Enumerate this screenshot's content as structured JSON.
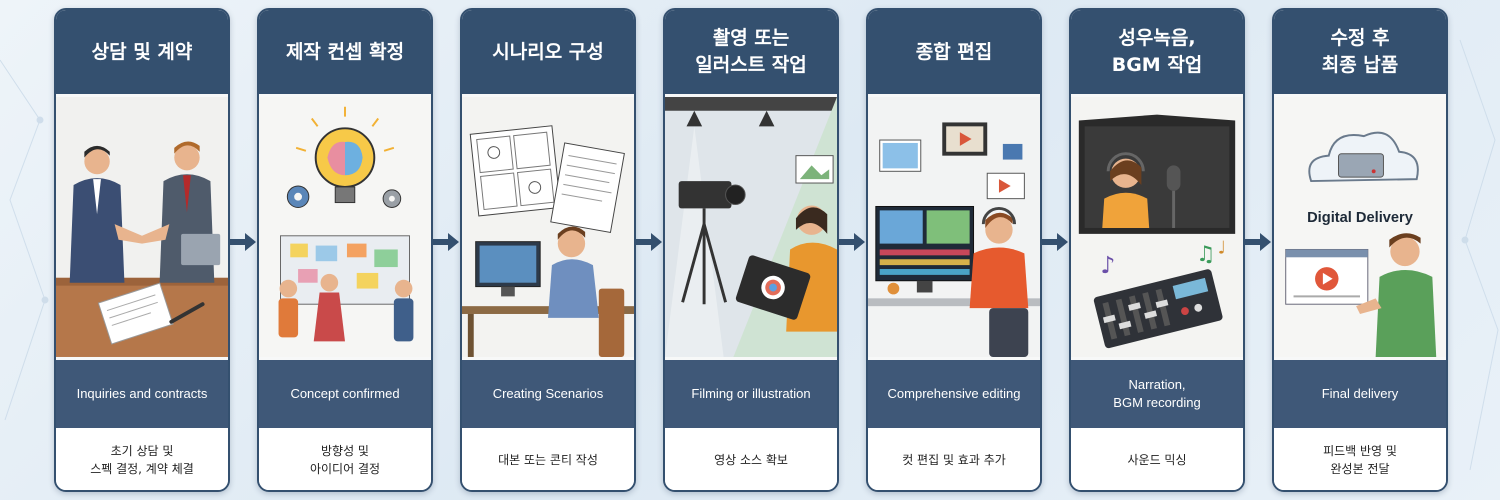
{
  "steps": [
    {
      "title": "상담 및 계약",
      "english": "Inquiries and contracts",
      "korean": "초기 상담 및\n스펙 결정, 계약 체결"
    },
    {
      "title": "제작 컨셉 확정",
      "english": "Concept confirmed",
      "korean": "방향성 및\n아이디어 결정"
    },
    {
      "title": "시나리오 구성",
      "english": "Creating Scenarios",
      "korean": "대본 또는 콘티 작성"
    },
    {
      "title": "촬영 또는\n일러스트 작업",
      "english": "Filming or illustration",
      "korean": "영상 소스 확보"
    },
    {
      "title": "종합 편집",
      "english": "Comprehensive editing",
      "korean": "컷 편집 및 효과 추가"
    },
    {
      "title": "성우녹음,\nBGM 작업",
      "english": "Narration,\nBGM recording",
      "korean": "사운드 믹싱"
    },
    {
      "title": "수정 후\n최종 납품",
      "english": "Final delivery",
      "korean": "피드백 반영 및\n완성본 전달"
    }
  ],
  "illustrations": {
    "delivery_label": "Digital Delivery"
  },
  "colors": {
    "header": "#34506f",
    "english_band": "#3f5878",
    "arrow": "#34506f"
  }
}
